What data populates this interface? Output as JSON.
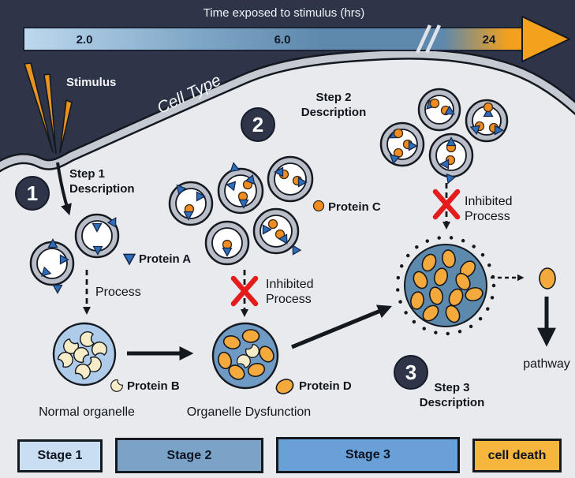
{
  "figure": {
    "timeline": {
      "title": "Time exposed to stimulus (hrs)",
      "tick1": "2.0",
      "tick2": "6.0",
      "tick3": "24"
    },
    "stimulus": "Stimulus",
    "cell_type": "Cell Type",
    "steps": [
      {
        "number": "1",
        "line1": "Step 1",
        "line2": "Description"
      },
      {
        "number": "2",
        "line1": "Step 2",
        "line2": "Description"
      },
      {
        "number": "3",
        "line1": "Step 3",
        "line2": "Description"
      }
    ],
    "proteins": {
      "a": "Protein A",
      "b": "Protein B",
      "c": "Protein C",
      "d": "Protein D"
    },
    "process": "Process",
    "inhibited": {
      "line1": "Inhibited",
      "line2": "Process"
    },
    "organelles": {
      "normal": "Normal organelle",
      "dysfunction": "Organelle Dysfunction"
    },
    "pathway": "pathway",
    "legend": [
      {
        "label": "Stage 1",
        "color": "#c9def1"
      },
      {
        "label": "Stage 2",
        "color": "#7ba2c7"
      },
      {
        "label": "Stage 3",
        "color": "#68a0d7"
      },
      {
        "label": "cell death",
        "color": "#f6b53c"
      }
    ],
    "icons": {
      "protein_a": "blue-triangle-icon",
      "protein_b": "crescent-icon",
      "protein_c": "orange-dot-icon",
      "protein_d": "orange-oval-icon",
      "inhibited": "red-x-icon",
      "timeline_end": "orange-arrow-icon"
    },
    "colors": {
      "background_dark": "#2e3549",
      "cell_interior": "#e9eaed",
      "membrane_gray": "#c4c9d2",
      "vesicle_rim": "#b9bec8",
      "protein_triangle_blue": "#2f6fba",
      "protein_dot_orange": "#f08c22",
      "protein_oval_orange": "#f3a93c",
      "protein_crescent_cream": "#f7ecc8",
      "organelle_normal_blue": "#aecbe9",
      "organelle_dysfunction_blue": "#6f9ac4",
      "stage3_body_blue": "#5d89ad",
      "inhibit_red": "#e51c1c",
      "timeline_arrow_orange": "#f4a11d"
    }
  }
}
